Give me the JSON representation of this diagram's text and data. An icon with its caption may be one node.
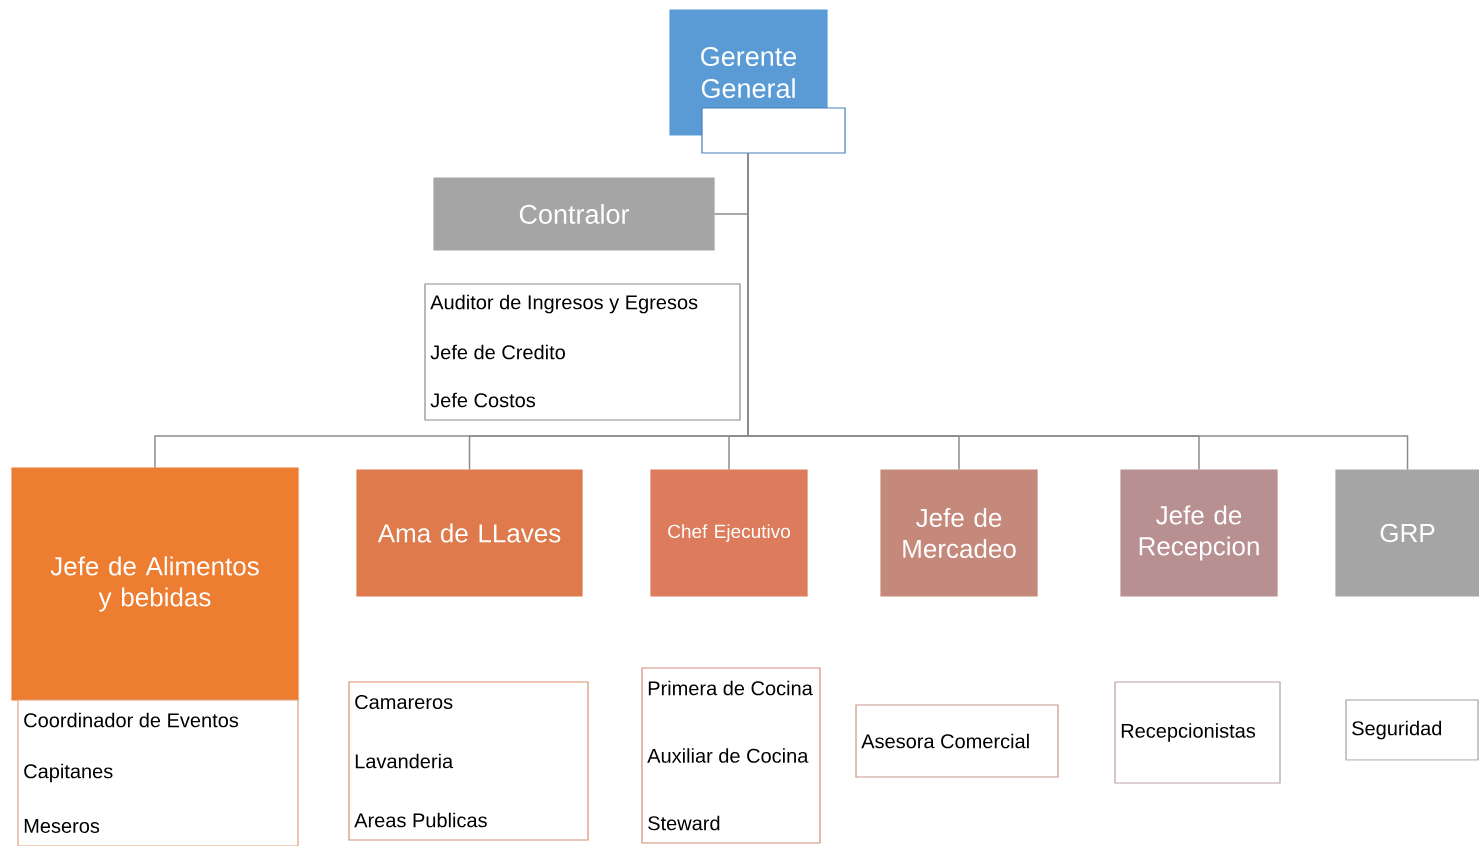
{
  "diagram": {
    "nodes": [
      {
        "text": [
          "Gerente General"
        ]
      },
      {
        "text": [],
        "shape": "box"
      },
      {
        "text": [
          "Contralor"
        ]
      },
      {
        "text": [
          "Auditor de Ingresos y Egresos",
          "Jefe de Credito",
          "Jefe Costos"
        ]
      },
      {
        "text": [
          "Jefe de Alimentos y bebidas"
        ]
      },
      {
        "text": [
          "Coordinador de Eventos",
          "Capitanes",
          "Meseros"
        ]
      },
      {
        "text": [
          "Ama de LLaves"
        ]
      },
      {
        "text": [
          "Camareros",
          "Lavanderia",
          "Areas Publicas"
        ]
      },
      {
        "text": [
          "Chef Ejecutivo"
        ]
      },
      {
        "text": [
          "Primera de Cocina",
          "Auxiliar de Cocina",
          "Steward"
        ]
      },
      {
        "text": [
          "Jefe de Mercadeo"
        ]
      },
      {
        "text": [
          "Asesora Comercial"
        ]
      },
      {
        "text": [
          "Jefe de Recepcion"
        ]
      },
      {
        "text": [
          "Recepcionistas"
        ]
      },
      {
        "text": [
          "GRP"
        ]
      },
      {
        "text": [
          "Seguridad"
        ]
      }
    ],
    "edges": [
      {
        "from": 1,
        "to": 2,
        "arrow": "none"
      },
      {
        "from": 1,
        "to": 4,
        "arrow": "none"
      },
      {
        "from": 1,
        "to": 6,
        "arrow": "none"
      },
      {
        "from": 1,
        "to": 8,
        "arrow": "none"
      },
      {
        "from": 1,
        "to": 10,
        "arrow": "none"
      },
      {
        "from": 1,
        "to": 12,
        "arrow": "none"
      },
      {
        "from": 1,
        "to": 14,
        "arrow": "none"
      }
    ]
  }
}
